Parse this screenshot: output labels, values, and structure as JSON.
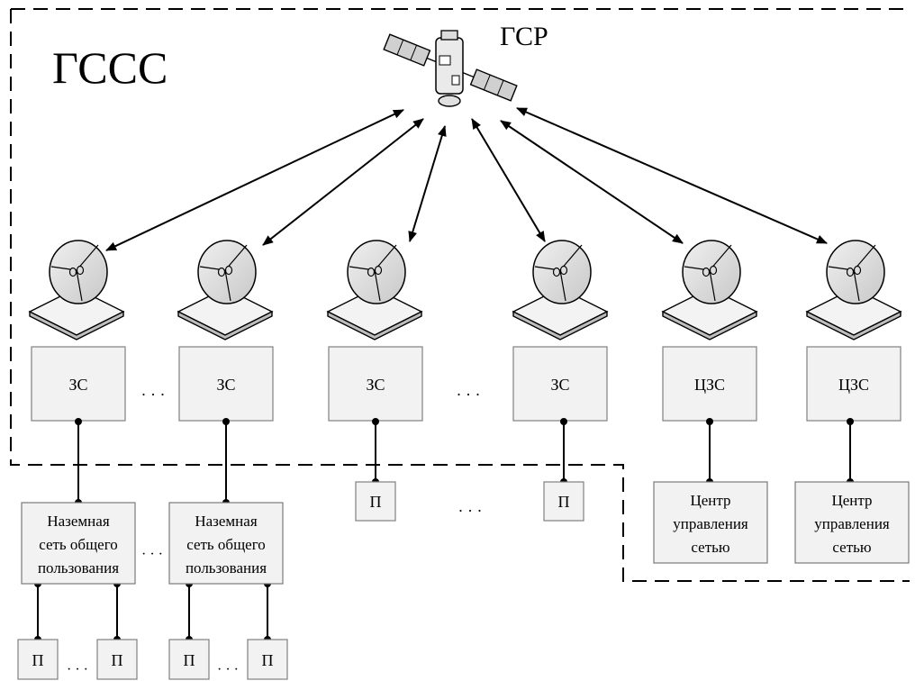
{
  "system_label": "ГССС",
  "satellite_label": "ГСР",
  "stations": [
    {
      "label": "ЗС"
    },
    {
      "label": "ЗС"
    },
    {
      "label": "ЗС"
    },
    {
      "label": "ЗС"
    },
    {
      "label": "ЦЗС"
    },
    {
      "label": "ЦЗС"
    }
  ],
  "public_network": {
    "line1": "Наземная",
    "line2": "сеть общего",
    "line3": "пользования"
  },
  "control_center": {
    "line1": "Центр",
    "line2": "управления",
    "line3": "сетью"
  },
  "user_terminal_label": "П",
  "ellipsis": "· · ·"
}
